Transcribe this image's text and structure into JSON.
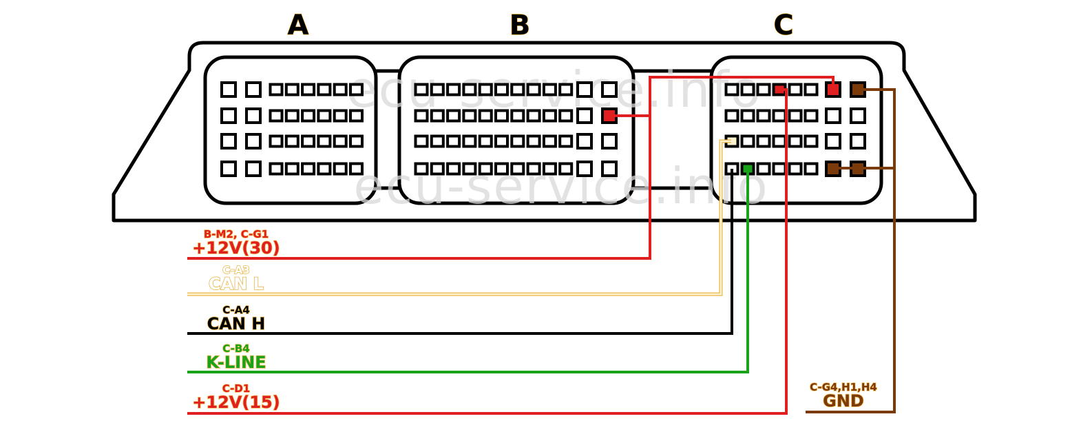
{
  "diagram": {
    "connectors": [
      {
        "id": "A",
        "label": "A"
      },
      {
        "id": "B",
        "label": "B"
      },
      {
        "id": "C",
        "label": "C"
      }
    ],
    "watermark": "ecu-service.info",
    "signals": [
      {
        "name": "+12V(30)",
        "pins": "B-M2, C-G1",
        "color": "#e02020"
      },
      {
        "name": "CAN L",
        "pins": "C-A3",
        "color": "#f5cf7a"
      },
      {
        "name": "CAN H",
        "pins": "C-A4",
        "color": "#000000"
      },
      {
        "name": "K-LINE",
        "pins": "C-B4",
        "color": "#1aa31a"
      },
      {
        "name": "+12V(15)",
        "pins": "C-D1",
        "color": "#e02020"
      },
      {
        "name": "GND",
        "pins": "C-G4,H1,H4",
        "color": "#7a3a0a"
      }
    ],
    "colors": {
      "outline": "#000000",
      "label_stroke": "#e8a317",
      "power": "#e02020",
      "can_l": "#f5cf7a",
      "can_h": "#000000",
      "k_line": "#1aa31a",
      "gnd": "#7a3a0a",
      "watermark": "#d9d9d9"
    }
  }
}
